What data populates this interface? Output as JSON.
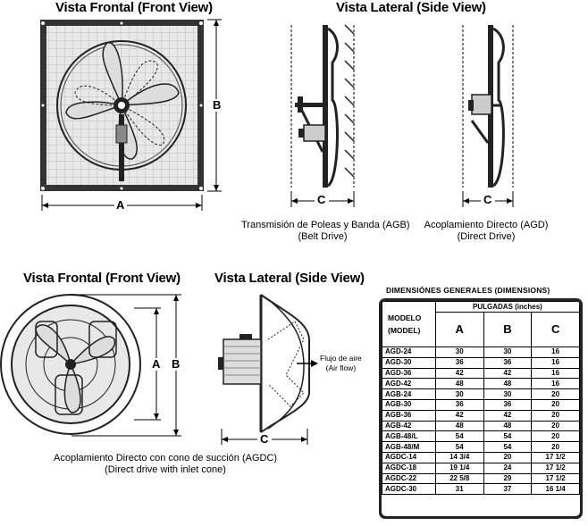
{
  "top": {
    "front_title": "Vista Frontal (Front View)",
    "side_title": "Vista Lateral (Side View)",
    "dim_a": "A",
    "dim_b": "B",
    "dim_c1": "C",
    "dim_c2": "C",
    "belt_caption_1": "Transmisión de Poleas y Banda (AGB)",
    "belt_caption_2": "(Belt Drive)",
    "direct_caption_1": "Acoplamiento Directo  (AGD)",
    "direct_caption_2": "(Direct Drive)"
  },
  "bottom": {
    "front_title": "Vista Frontal (Front View)",
    "side_title": "Vista Lateral (Side View)",
    "dim_a": "A",
    "dim_b": "B",
    "dim_c": "C",
    "airflow_1": "Flujo de aire",
    "airflow_2": "(Air flow)",
    "caption_1": "Acoplamiento Directo con cono de succión  (AGDC)",
    "caption_2": "(Direct drive with inlet cone)"
  },
  "table": {
    "title": "DIMENSIÓNES  GENERALES  (DIMENSIONS)",
    "model_header_1": "MODELO",
    "model_header_2": "(MODEL)",
    "units_header": "PULGADAS (inches)",
    "col_a": "A",
    "col_b": "B",
    "col_c": "C",
    "rows": [
      {
        "model": "AGD-24",
        "a": "30",
        "b": "30",
        "c": "16"
      },
      {
        "model": "AGD-30",
        "a": "36",
        "b": "36",
        "c": "16"
      },
      {
        "model": "AGD-36",
        "a": "42",
        "b": "42",
        "c": "16"
      },
      {
        "model": "AGD-42",
        "a": "48",
        "b": "48",
        "c": "16"
      },
      {
        "model": "AGB-24",
        "a": "30",
        "b": "30",
        "c": "20"
      },
      {
        "model": "AGB-30",
        "a": "36",
        "b": "36",
        "c": "20"
      },
      {
        "model": "AGB-36",
        "a": "42",
        "b": "42",
        "c": "20"
      },
      {
        "model": "AGB-42",
        "a": "48",
        "b": "48",
        "c": "20"
      },
      {
        "model": "AGB-48/L",
        "a": "54",
        "b": "54",
        "c": "20"
      },
      {
        "model": "AGB-48/M",
        "a": "54",
        "b": "54",
        "c": "20"
      },
      {
        "model": "AGDC-14",
        "a": "14 3/4",
        "b": "20",
        "c": "17 1/2"
      },
      {
        "model": "AGDC-18",
        "a": "19 1/4",
        "b": "24",
        "c": "17 1/2"
      },
      {
        "model": "AGDC-22",
        "a": "22 5/8",
        "b": "29",
        "c": "17 1/2"
      },
      {
        "model": "AGDC-30",
        "a": "31",
        "b": "37",
        "c": "16 1/4"
      }
    ]
  }
}
